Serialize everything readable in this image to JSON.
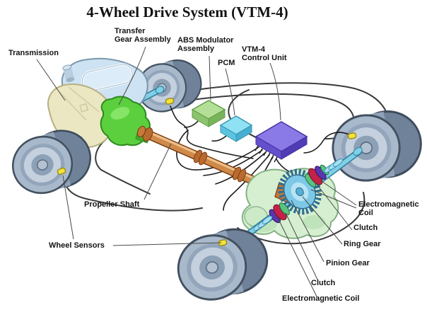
{
  "title": "4-Wheel Drive System (VTM-4)",
  "labels": {
    "transmission": "Transmission",
    "transfer_line1": "Transfer",
    "transfer_line2": "Gear Assembly",
    "abs_line1": "ABS Modulator",
    "abs_line2": "Assembly",
    "pcm": "PCM",
    "vtm4_line1": "VTM-4",
    "vtm4_line2": "Control Unit",
    "propeller_shaft": "Propeller Shaft",
    "wheel_sensors": "Wheel Sensors",
    "em_coil_rr_line1": "Electromagnetic",
    "em_coil_rr_line2": "Coil",
    "clutch_rr": "Clutch",
    "ring_gear": "Ring Gear",
    "pinion_gear": "Pinion Gear",
    "clutch_rl": "Clutch",
    "em_coil_rl": "Electromagnetic Coil"
  },
  "colors": {
    "background": "#ffffff",
    "title_text": "#111111",
    "label_text": "#141414",
    "engine": "#cde2f2",
    "transmission": "#ebe7c3",
    "transfer_gear": "#5bcf3d",
    "propeller_shaft": "#cf8a4a",
    "differential": "#d6efd0",
    "axle": "#7fd0e6",
    "ring_gear": "#7cc8e6",
    "clutch_red": "#c42148",
    "coil_green": "#58c480",
    "clutch_purple": "#5b35b0",
    "abs_box": "#b3e096",
    "pcm_box": "#8fe2f4",
    "vtm4_box": "#8a7ae8",
    "tire": "#a8b9cc",
    "sensor_yellow": "#f2e23c",
    "wiring": "#1c1c1c"
  }
}
